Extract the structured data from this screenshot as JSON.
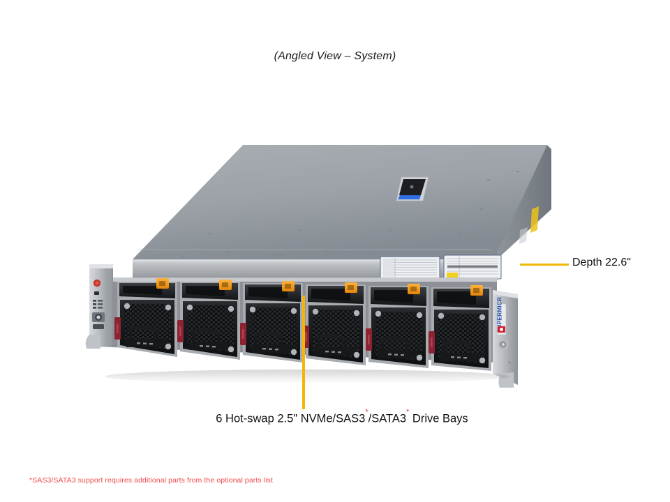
{
  "page": {
    "background": "#ffffff",
    "accent_yellow": "#F2B705",
    "footnote_red": "#ee4a4a"
  },
  "view_title": "(Angled View – System)",
  "callouts": {
    "depth": {
      "label": "Depth 22.6\"",
      "leader_icon": "horizontal-leader-line"
    },
    "drive_bays": {
      "count": "6",
      "prefix": "6 Hot-swap  2.5\" NVMe/SAS3",
      "mid": "/SATA3",
      "suffix": " Drive Bays",
      "asterisk": "*",
      "leader_icon": "vertical-leader-line"
    }
  },
  "footnote": "*SAS3/SATA3 support requires additional parts from the optional parts list",
  "product": {
    "brand": "SUPERMICR",
    "form_factor": "2U rack server",
    "chassis_colors": {
      "top_cover": "#9aa0a6",
      "top_cover_dark": "#7e848b",
      "front_bezel": "#b9bcc0",
      "ear_metal": "#c3c6ca",
      "drive_face": "#17181a",
      "latch_orange": "#F59A11",
      "release_red": "#8d2230",
      "power_button_red": "#c0392b"
    },
    "drive_bays": [
      {
        "index": 1,
        "latch": "orange-latch",
        "handle": "drive-handle",
        "release": "red-release-tab"
      },
      {
        "index": 2,
        "latch": "orange-latch",
        "handle": "drive-handle",
        "release": "red-release-tab"
      },
      {
        "index": 3,
        "latch": "orange-latch",
        "handle": "drive-handle",
        "release": "red-release-tab"
      },
      {
        "index": 4,
        "latch": "orange-latch",
        "handle": "drive-handle",
        "release": "red-release-tab"
      },
      {
        "index": 5,
        "latch": "orange-latch",
        "handle": "drive-handle",
        "release": "red-release-tab"
      },
      {
        "index": 6,
        "latch": "orange-latch",
        "handle": "drive-handle",
        "release": "red-release-tab"
      }
    ],
    "control_panel": {
      "power_button": "power-button",
      "leds": "status-led-cluster",
      "ports": "front-io-ports"
    },
    "top_labels": [
      {
        "name": "top-cover-sticker",
        "tint": "#2f56c8"
      },
      {
        "name": "compliance-label-left",
        "tint": "#e8eaed"
      },
      {
        "name": "compliance-label-right",
        "tint": "#e8eaed",
        "highlight": "#F2D01E"
      }
    ]
  }
}
